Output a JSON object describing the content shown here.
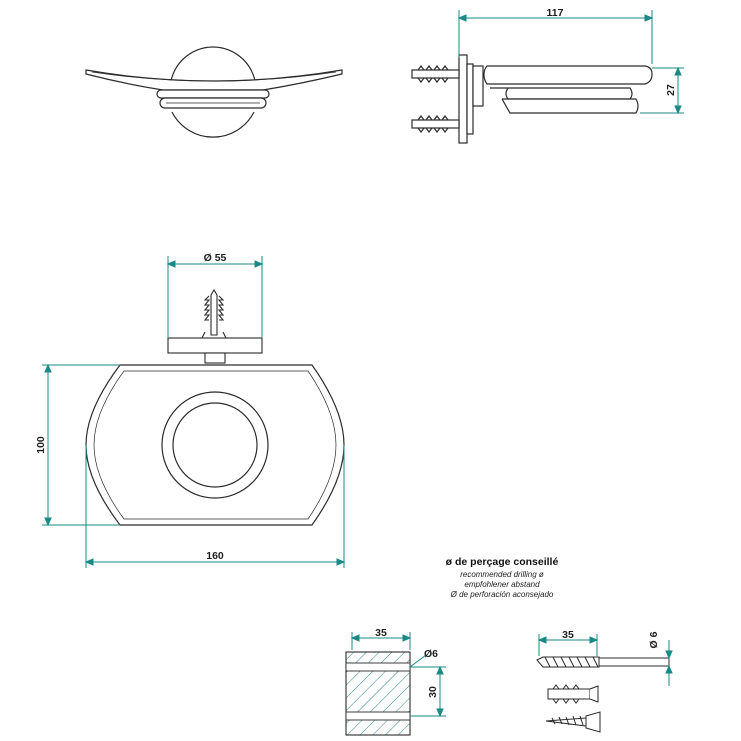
{
  "dimensions": {
    "top_width": "117",
    "top_height": "27",
    "flange_diameter": "Ø 55",
    "front_height": "100",
    "front_width": "160",
    "drill_spacing_left": "35",
    "drill_diameter_left": "Ø6",
    "drill_depth_left": "30",
    "drill_spacing_right": "35",
    "drill_diameter_right": "Ø 6"
  },
  "drilling_note": {
    "title": "ø de perçage conseillé",
    "english": "recommended drilling ø",
    "german": "empfohlener abstand",
    "spanish": "Ø de perforación aconsejado"
  },
  "colors": {
    "dimension": "#1a8a86",
    "outline": "#2b2b2b"
  }
}
